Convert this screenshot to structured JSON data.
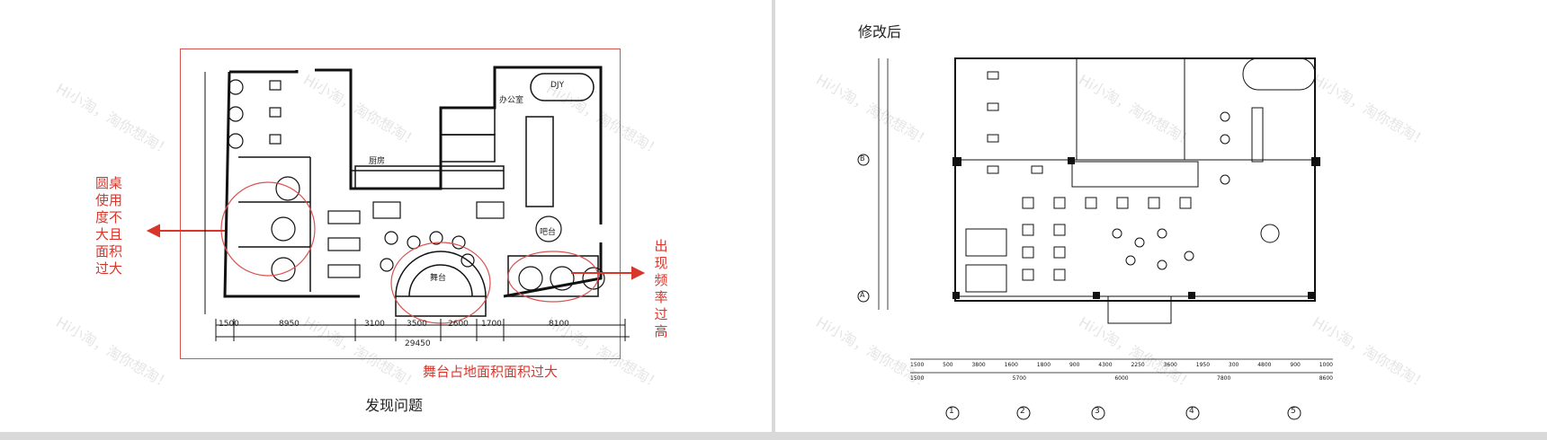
{
  "left_slide": {
    "caption": "发现问题",
    "note_left": "圆桌使用度不大且面积过大",
    "note_right": "出现频率过高",
    "note_bottom": "舞台占地面积面积过大",
    "plan_labels": {
      "dim_total": "29450",
      "dims": [
        "1500",
        "8950",
        "3100",
        "3500",
        "2600",
        "1700",
        "8100"
      ],
      "room_dj": "DJY",
      "room_kitchen": "厨房",
      "room_stage": "舞台",
      "room_office": "办公室",
      "room_bar": "吧台"
    }
  },
  "right_slide": {
    "caption": "修改后",
    "dims_top": [
      "1500",
      "500",
      "3800",
      "1600",
      "1800",
      "900",
      "4300",
      "2250",
      "3600",
      "1950",
      "300",
      "4800",
      "900",
      "1000"
    ],
    "dims_bottom": [
      "1500",
      "5700",
      "6000",
      "7800",
      "8600"
    ],
    "grid_labels": [
      "1",
      "2",
      "3",
      "4",
      "5"
    ],
    "row_labels": [
      "B",
      "A"
    ]
  },
  "watermark": "Hi小淘，淘你想淘！",
  "colors": {
    "accent_red": "#d9362b",
    "line": "#111111"
  }
}
